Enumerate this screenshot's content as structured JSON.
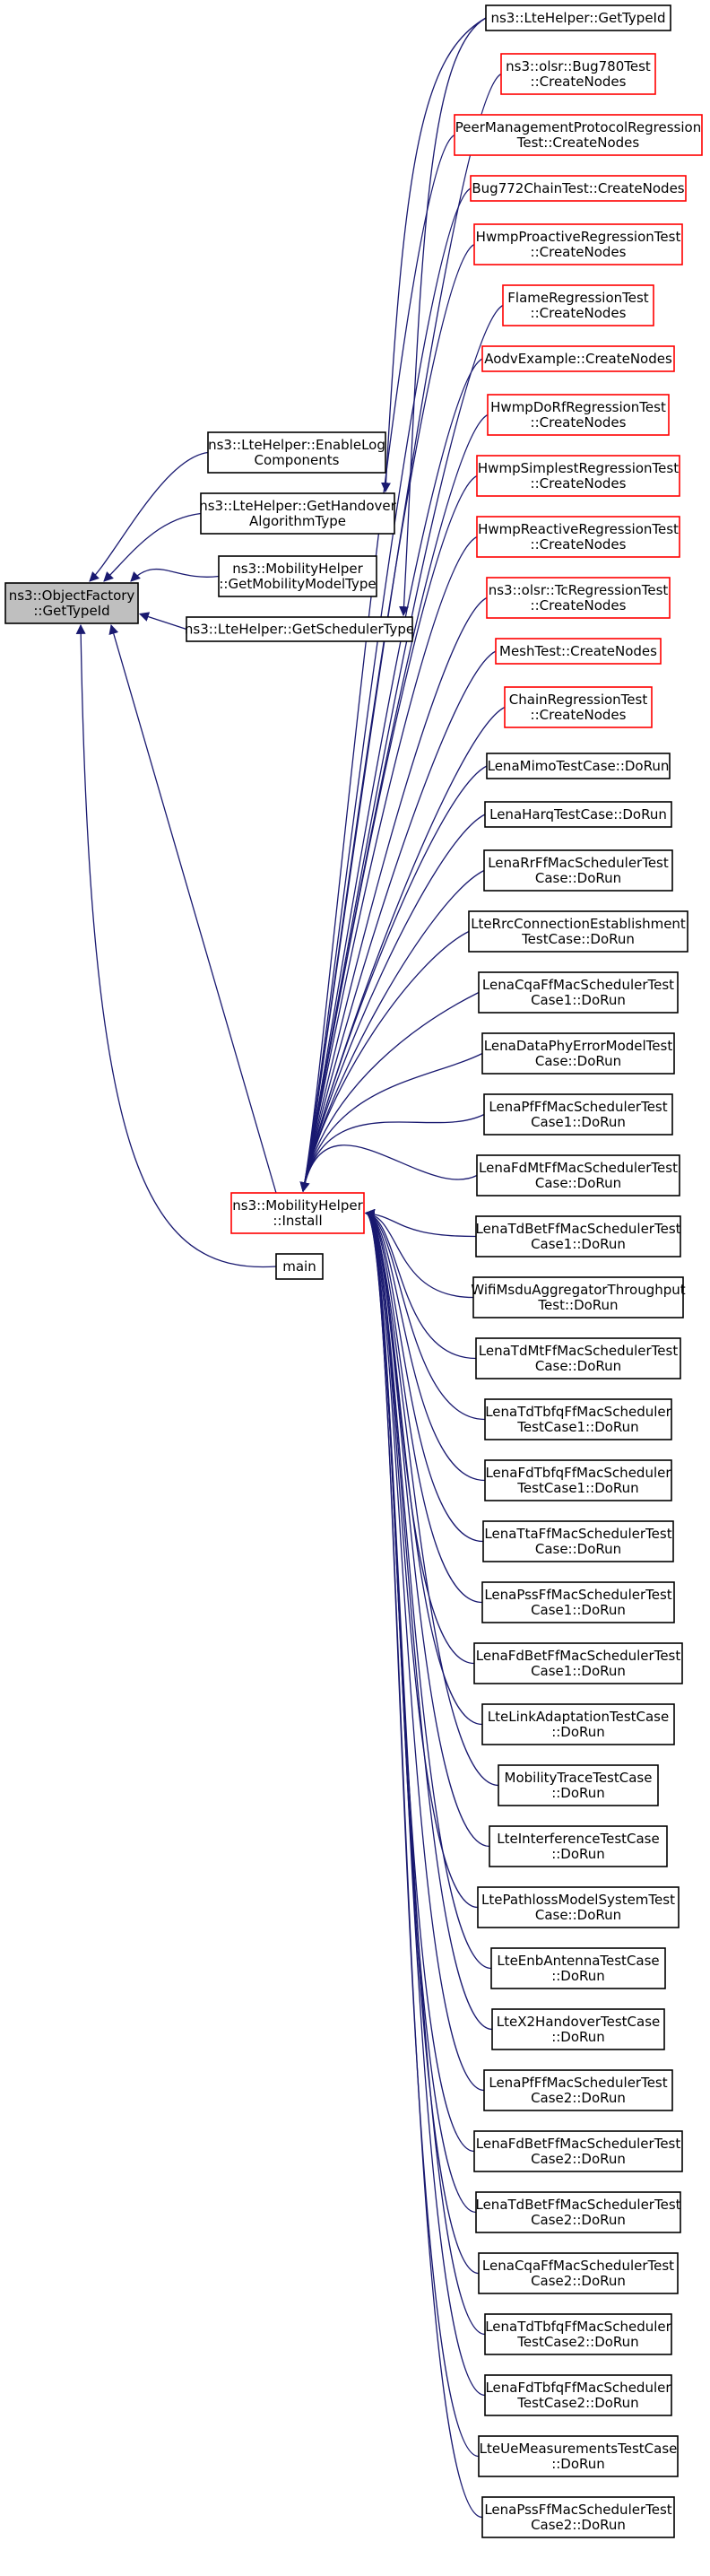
{
  "graph": {
    "colors": {
      "edge": "#191970",
      "box_black": "#000000",
      "box_red": "#ff0000",
      "root_fill": "#bfbfbf",
      "node_fill": "#ffffff"
    },
    "root": {
      "id": "getTypeId",
      "label": [
        "ns3::ObjectFactory",
        "::GetTypeId"
      ],
      "style": "root"
    },
    "nodes": [
      {
        "id": "enableLog",
        "label": [
          "ns3::LteHelper::EnableLog",
          "Components"
        ],
        "style": "black"
      },
      {
        "id": "getHandover",
        "label": [
          "ns3::LteHelper::GetHandover",
          "AlgorithmType"
        ],
        "style": "black"
      },
      {
        "id": "getMobilityModelType",
        "label": [
          "ns3::MobilityHelper",
          "::GetMobilityModelType"
        ],
        "style": "black"
      },
      {
        "id": "getSchedulerType",
        "label": [
          "ns3::LteHelper::GetSchedulerType"
        ],
        "style": "black"
      },
      {
        "id": "install",
        "label": [
          "ns3::MobilityHelper",
          "::Install"
        ],
        "style": "red"
      },
      {
        "id": "main",
        "label": [
          "main"
        ],
        "style": "black"
      },
      {
        "id": "lteGetTypeId",
        "label": [
          "ns3::LteHelper::GetTypeId"
        ],
        "style": "black"
      },
      {
        "id": "bug780",
        "label": [
          "ns3::olsr::Bug780Test",
          "::CreateNodes"
        ],
        "style": "red"
      },
      {
        "id": "peerMgmt",
        "label": [
          "PeerManagementProtocolRegression",
          "Test::CreateNodes"
        ],
        "style": "red"
      },
      {
        "id": "bug772",
        "label": [
          "Bug772ChainTest::CreateNodes"
        ],
        "style": "red"
      },
      {
        "id": "hwmpProactive",
        "label": [
          "HwmpProactiveRegressionTest",
          "::CreateNodes"
        ],
        "style": "red"
      },
      {
        "id": "flame",
        "label": [
          "FlameRegressionTest",
          "::CreateNodes"
        ],
        "style": "red"
      },
      {
        "id": "aodv",
        "label": [
          "AodvExample::CreateNodes"
        ],
        "style": "red"
      },
      {
        "id": "hwmpDoRf",
        "label": [
          "HwmpDoRfRegressionTest",
          "::CreateNodes"
        ],
        "style": "red"
      },
      {
        "id": "hwmpSimplest",
        "label": [
          "HwmpSimplestRegressionTest",
          "::CreateNodes"
        ],
        "style": "red"
      },
      {
        "id": "hwmpReactive",
        "label": [
          "HwmpReactiveRegressionTest",
          "::CreateNodes"
        ],
        "style": "red"
      },
      {
        "id": "tcRegression",
        "label": [
          "ns3::olsr::TcRegressionTest",
          "::CreateNodes"
        ],
        "style": "red"
      },
      {
        "id": "meshTest",
        "label": [
          "MeshTest::CreateNodes"
        ],
        "style": "red"
      },
      {
        "id": "chainRegression",
        "label": [
          "ChainRegressionTest",
          "::CreateNodes"
        ],
        "style": "red"
      },
      {
        "id": "lenaMimo",
        "label": [
          "LenaMimoTestCase::DoRun"
        ],
        "style": "black"
      },
      {
        "id": "lenaHarq",
        "label": [
          "LenaHarqTestCase::DoRun"
        ],
        "style": "black"
      },
      {
        "id": "lenaRrFf",
        "label": [
          "LenaRrFfMacSchedulerTest",
          "Case::DoRun"
        ],
        "style": "black"
      },
      {
        "id": "lteRrcConn",
        "label": [
          "LteRrcConnectionEstablishment",
          "TestCase::DoRun"
        ],
        "style": "black"
      },
      {
        "id": "lenaCqaFf1",
        "label": [
          "LenaCqaFfMacSchedulerTest",
          "Case1::DoRun"
        ],
        "style": "black"
      },
      {
        "id": "lenaDataPhy",
        "label": [
          "LenaDataPhyErrorModelTest",
          "Case::DoRun"
        ],
        "style": "black"
      },
      {
        "id": "lenaPfFf1",
        "label": [
          "LenaPfFfMacSchedulerTest",
          "Case1::DoRun"
        ],
        "style": "black"
      },
      {
        "id": "lenaFdMtFf",
        "label": [
          "LenaFdMtFfMacSchedulerTest",
          "Case::DoRun"
        ],
        "style": "black"
      },
      {
        "id": "lenaTdBetFf1",
        "label": [
          "LenaTdBetFfMacSchedulerTest",
          "Case1::DoRun"
        ],
        "style": "black"
      },
      {
        "id": "wifiMsdu",
        "label": [
          "WifiMsduAggregatorThroughput",
          "Test::DoRun"
        ],
        "style": "black"
      },
      {
        "id": "lenaTdMtFf",
        "label": [
          "LenaTdMtFfMacSchedulerTest",
          "Case::DoRun"
        ],
        "style": "black"
      },
      {
        "id": "lenaTdTbfq1",
        "label": [
          "LenaTdTbfqFfMacScheduler",
          "TestCase1::DoRun"
        ],
        "style": "black"
      },
      {
        "id": "lenaFdTbfq1",
        "label": [
          "LenaFdTbfqFfMacScheduler",
          "TestCase1::DoRun"
        ],
        "style": "black"
      },
      {
        "id": "lenaTtaFf",
        "label": [
          "LenaTtaFfMacSchedulerTest",
          "Case::DoRun"
        ],
        "style": "black"
      },
      {
        "id": "lenaPssFf1",
        "label": [
          "LenaPssFfMacSchedulerTest",
          "Case1::DoRun"
        ],
        "style": "black"
      },
      {
        "id": "lenaFdBetFf1",
        "label": [
          "LenaFdBetFfMacSchedulerTest",
          "Case1::DoRun"
        ],
        "style": "black"
      },
      {
        "id": "lteLinkAdapt",
        "label": [
          "LteLinkAdaptationTestCase",
          "::DoRun"
        ],
        "style": "black"
      },
      {
        "id": "mobilityTrace",
        "label": [
          "MobilityTraceTestCase",
          "::DoRun"
        ],
        "style": "black"
      },
      {
        "id": "lteInterference",
        "label": [
          "LteInterferenceTestCase",
          "::DoRun"
        ],
        "style": "black"
      },
      {
        "id": "ltePathloss",
        "label": [
          "LtePathlossModelSystemTest",
          "Case::DoRun"
        ],
        "style": "black"
      },
      {
        "id": "lteEnbAntenna",
        "label": [
          "LteEnbAntennaTestCase",
          "::DoRun"
        ],
        "style": "black"
      },
      {
        "id": "lteX2Handover",
        "label": [
          "LteX2HandoverTestCase",
          "::DoRun"
        ],
        "style": "black"
      },
      {
        "id": "lenaPfFf2",
        "label": [
          "LenaPfFfMacSchedulerTest",
          "Case2::DoRun"
        ],
        "style": "black"
      },
      {
        "id": "lenaFdBetFf2",
        "label": [
          "LenaFdBetFfMacSchedulerTest",
          "Case2::DoRun"
        ],
        "style": "black"
      },
      {
        "id": "lenaTdBetFf2",
        "label": [
          "LenaTdBetFfMacSchedulerTest",
          "Case2::DoRun"
        ],
        "style": "black"
      },
      {
        "id": "lenaCqaFf2",
        "label": [
          "LenaCqaFfMacSchedulerTest",
          "Case2::DoRun"
        ],
        "style": "black"
      },
      {
        "id": "lenaTdTbfq2",
        "label": [
          "LenaTdTbfqFfMacScheduler",
          "TestCase2::DoRun"
        ],
        "style": "black"
      },
      {
        "id": "lenaFdTbfq2",
        "label": [
          "LenaFdTbfqFfMacScheduler",
          "TestCase2::DoRun"
        ],
        "style": "black"
      },
      {
        "id": "lteUeMeas",
        "label": [
          "LteUeMeasurementsTestCase",
          "::DoRun"
        ],
        "style": "black"
      },
      {
        "id": "lenaPssFf2",
        "label": [
          "LenaPssFfMacSchedulerTest",
          "Case2::DoRun"
        ],
        "style": "black"
      }
    ],
    "edges": [
      {
        "from": "enableLog",
        "to": "getTypeId"
      },
      {
        "from": "getHandover",
        "to": "getTypeId"
      },
      {
        "from": "getMobilityModelType",
        "to": "getTypeId"
      },
      {
        "from": "getSchedulerType",
        "to": "getTypeId"
      },
      {
        "from": "install",
        "to": "getTypeId"
      },
      {
        "from": "main",
        "to": "getTypeId"
      },
      {
        "from": "lteGetTypeId",
        "to": "getHandover"
      },
      {
        "from": "lteGetTypeId",
        "to": "getSchedulerType"
      },
      {
        "from": "bug780",
        "to": "install"
      },
      {
        "from": "peerMgmt",
        "to": "install"
      },
      {
        "from": "bug772",
        "to": "install"
      },
      {
        "from": "hwmpProactive",
        "to": "install"
      },
      {
        "from": "flame",
        "to": "install"
      },
      {
        "from": "aodv",
        "to": "install"
      },
      {
        "from": "hwmpDoRf",
        "to": "install"
      },
      {
        "from": "hwmpSimplest",
        "to": "install"
      },
      {
        "from": "hwmpReactive",
        "to": "install"
      },
      {
        "from": "tcRegression",
        "to": "install"
      },
      {
        "from": "meshTest",
        "to": "install"
      },
      {
        "from": "chainRegression",
        "to": "install"
      },
      {
        "from": "lenaMimo",
        "to": "install"
      },
      {
        "from": "lenaHarq",
        "to": "install"
      },
      {
        "from": "lenaRrFf",
        "to": "install"
      },
      {
        "from": "lteRrcConn",
        "to": "install"
      },
      {
        "from": "lenaCqaFf1",
        "to": "install"
      },
      {
        "from": "lenaDataPhy",
        "to": "install"
      },
      {
        "from": "lenaPfFf1",
        "to": "install"
      },
      {
        "from": "lenaFdMtFf",
        "to": "install"
      },
      {
        "from": "lenaTdBetFf1",
        "to": "install"
      },
      {
        "from": "wifiMsdu",
        "to": "install"
      },
      {
        "from": "lenaTdMtFf",
        "to": "install"
      },
      {
        "from": "lenaTdTbfq1",
        "to": "install"
      },
      {
        "from": "lenaFdTbfq1",
        "to": "install"
      },
      {
        "from": "lenaTtaFf",
        "to": "install"
      },
      {
        "from": "lenaPssFf1",
        "to": "install"
      },
      {
        "from": "lenaFdBetFf1",
        "to": "install"
      },
      {
        "from": "lteLinkAdapt",
        "to": "install"
      },
      {
        "from": "mobilityTrace",
        "to": "install"
      },
      {
        "from": "lteInterference",
        "to": "install"
      },
      {
        "from": "ltePathloss",
        "to": "install"
      },
      {
        "from": "lteEnbAntenna",
        "to": "install"
      },
      {
        "from": "lteX2Handover",
        "to": "install"
      },
      {
        "from": "lenaPfFf2",
        "to": "install"
      },
      {
        "from": "lenaFdBetFf2",
        "to": "install"
      },
      {
        "from": "lenaTdBetFf2",
        "to": "install"
      },
      {
        "from": "lenaCqaFf2",
        "to": "install"
      },
      {
        "from": "lenaTdTbfq2",
        "to": "install"
      },
      {
        "from": "lenaFdTbfq2",
        "to": "install"
      },
      {
        "from": "lteUeMeas",
        "to": "install"
      },
      {
        "from": "lenaPssFf2",
        "to": "install"
      }
    ]
  }
}
